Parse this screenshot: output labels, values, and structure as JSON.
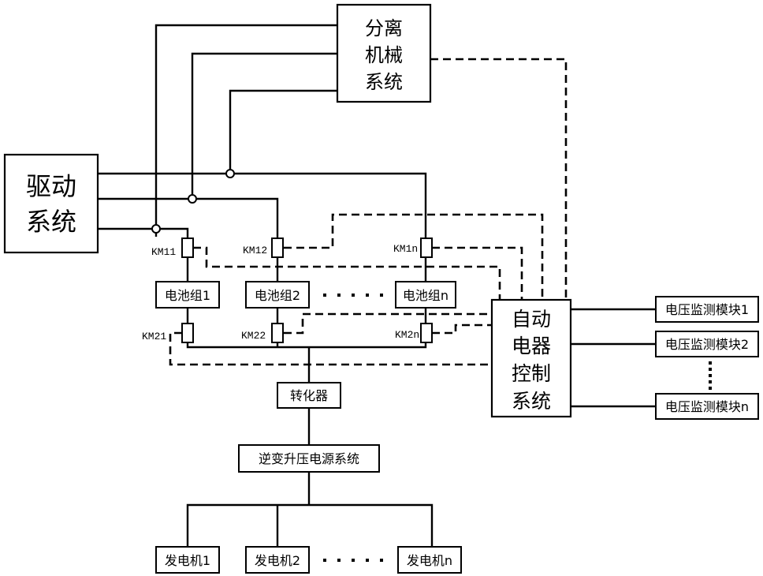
{
  "separation_system": {
    "line1": "分离",
    "line2": "机械",
    "line3": "系统"
  },
  "drive_system": {
    "line1": "驱动",
    "line2": "系统"
  },
  "auto_control": {
    "line1": "自动",
    "line2": "电器",
    "line3": "控制",
    "line4": "系统"
  },
  "switches": {
    "km11": "KM11",
    "km12": "KM12",
    "km1n": "KM1n",
    "km21": "KM21",
    "km22": "KM22",
    "km2n": "KM2n"
  },
  "batteries": [
    "电池组1",
    "电池组2",
    "电池组n"
  ],
  "converter": "转化器",
  "inverter": "逆变升压电源系统",
  "generators": [
    "发电机1",
    "发电机2",
    "发电机n"
  ],
  "monitors": [
    "电压监测模块1",
    "电压监测模块2",
    "电压监测模块n"
  ]
}
